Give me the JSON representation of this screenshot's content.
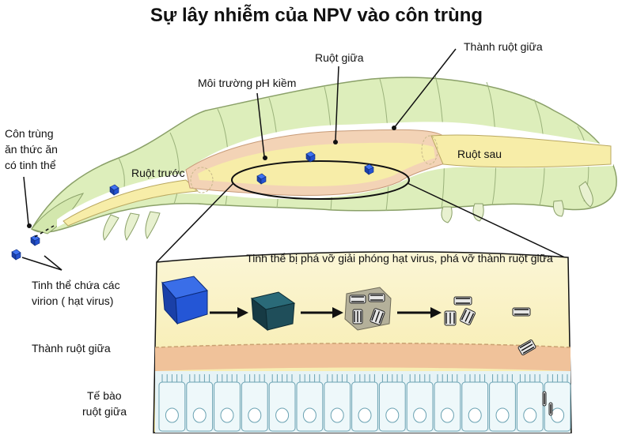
{
  "title": "Sự lây nhiễm của NPV vào côn trùng",
  "labels": {
    "midgut": "Ruột giữa",
    "midgut_wall_top": "Thành ruột giữa",
    "alkaline": "Môi trường pH kiềm",
    "foregut": "Ruột trước",
    "hindgut": "Ruột sau",
    "insect_eats": [
      "Côn trùng",
      "ăn thức ăn",
      "có tinh thể"
    ],
    "crystals": [
      "Tinh thể chứa các",
      "virion ( hạt virus)"
    ],
    "midgut_wall_bottom": "Thành ruột giữa",
    "midgut_cells": [
      "Tế bào",
      "ruột giữa"
    ],
    "process": "Tinh thể bị phá vỡ giải phóng hạt virus, phá vỡ thành ruột giữa"
  },
  "colors": {
    "body": "#ddeebb",
    "body_outline": "#8aa068",
    "gut_yellow": "#f7eda8",
    "gut_pink": "#f3d3b6",
    "inset_bg": "#f8efb5",
    "wall_band": "#f0c29a",
    "cell_fill": "#e6f3f6",
    "crystal": "#1f4fc8"
  }
}
